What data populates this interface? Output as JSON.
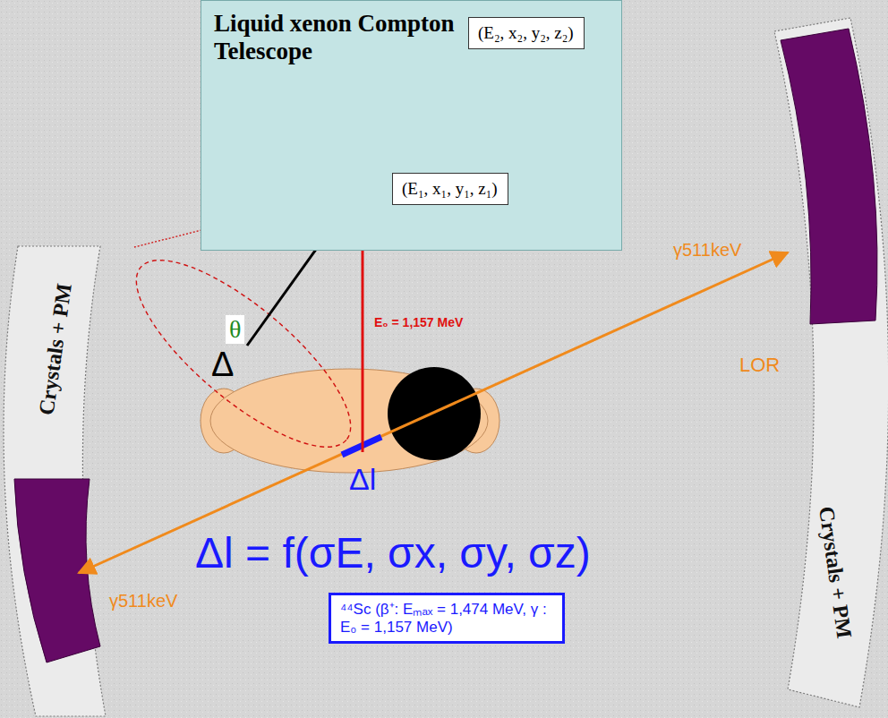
{
  "diagram": {
    "nodes": [
      {
        "text": [
          "Liquid xenon Compton Telescope"
        ]
      },
      {
        "text": [
          "(E₂, x₂, y₂, z₂)"
        ],
        "in": 0
      },
      {
        "text": [
          "(E₁, x₁, y₁, z₁)"
        ],
        "in": 0
      },
      {
        "text": [
          "Crystals + PM"
        ]
      },
      {
        "text": [
          "Crystals + PM"
        ]
      },
      {
        "text": [
          "⁴⁴Sc (β⁺: Eₘₐₓ = 1,474 MeV, γ : E₀ = 1,157 MeV)"
        ]
      }
    ],
    "labels": [
      "θ",
      "E₀ = 1,157 MeV",
      "Δ",
      "Δl",
      "Δl = f(σE, σx, σy, σz)",
      "γ511keV",
      "LOR",
      "γ511keV"
    ]
  }
}
